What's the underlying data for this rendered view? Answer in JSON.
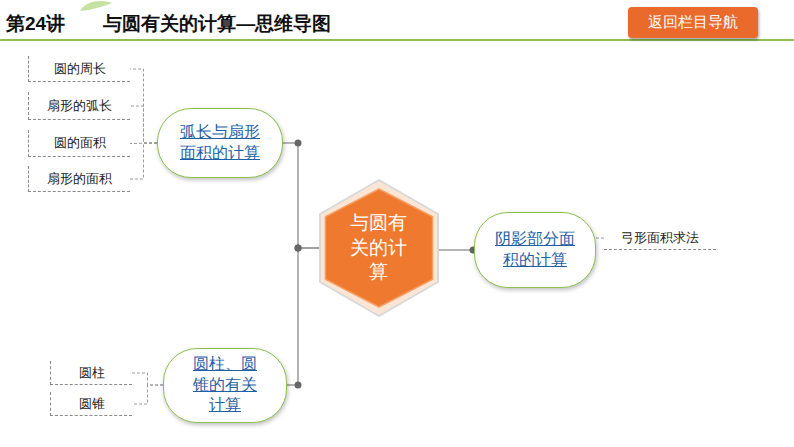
{
  "diagram": {
    "title": "第24讲　　与圆有关的计算—思维导图",
    "nodes": [
      {
        "text": [
          "返回栏目导航"
        ]
      },
      {
        "text": [
          "与圆有关的计算"
        ]
      },
      {
        "text": [
          "弧长与扇形面积的计算"
        ]
      },
      {
        "text": [
          "圆的周长"
        ]
      },
      {
        "text": [
          "扇形的弧长"
        ]
      },
      {
        "text": [
          "圆的面积"
        ]
      },
      {
        "text": [
          "扇形的面积"
        ]
      },
      {
        "text": [
          "阴影部分面积的计算"
        ]
      },
      {
        "text": [
          "弓形面积求法"
        ]
      },
      {
        "text": [
          "圆柱、圆锥的有关计算"
        ]
      },
      {
        "text": [
          "圆柱"
        ]
      },
      {
        "text": [
          "圆锥"
        ]
      }
    ],
    "edges": [
      {
        "from": 1,
        "to": 2,
        "arrow": "none"
      },
      {
        "from": 1,
        "to": 7,
        "arrow": "none"
      },
      {
        "from": 1,
        "to": 9,
        "arrow": "none"
      },
      {
        "from": 2,
        "to": 3,
        "arrow": "none"
      },
      {
        "from": 2,
        "to": 4,
        "arrow": "none"
      },
      {
        "from": 2,
        "to": 5,
        "arrow": "none"
      },
      {
        "from": 2,
        "to": 6,
        "arrow": "none"
      },
      {
        "from": 7,
        "to": 8,
        "arrow": "none"
      },
      {
        "from": 9,
        "to": 10,
        "arrow": "none"
      },
      {
        "from": 9,
        "to": 11,
        "arrow": "none"
      }
    ]
  }
}
